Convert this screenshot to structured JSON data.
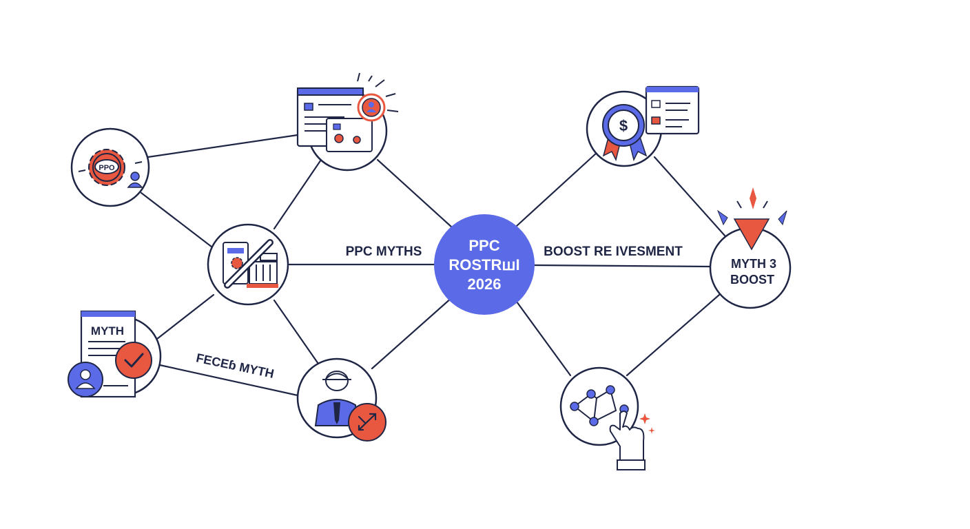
{
  "colors": {
    "navy": "#1f2544",
    "accent_blue": "#5b6ae6",
    "accent_red": "#e8573f",
    "background": "#ffffff"
  },
  "hub": {
    "line1": "PPC",
    "line2": "ROSTRꟺI",
    "line3": "2026"
  },
  "edge_labels": {
    "left": "PPC MYTHS",
    "right": "BOOST RE IVESMENT",
    "lower_left": "FECEɓ MYTH"
  },
  "nodes": {
    "gear": {
      "icon": "gear-person-icon",
      "label": "PPO"
    },
    "browser": {
      "icon": "browser-window-icon"
    },
    "crossed": {
      "icon": "crossed-out-tools-icon"
    },
    "doc": {
      "icon": "document-check-icon",
      "label": "MYTH"
    },
    "person": {
      "icon": "person-target-icon"
    },
    "dollar": {
      "icon": "dollar-badge-icon"
    },
    "boost": {
      "icon": "triangle-alert-icon",
      "line1": "MYTH 3",
      "line2": "BOOST"
    },
    "network": {
      "icon": "network-hand-icon"
    }
  }
}
